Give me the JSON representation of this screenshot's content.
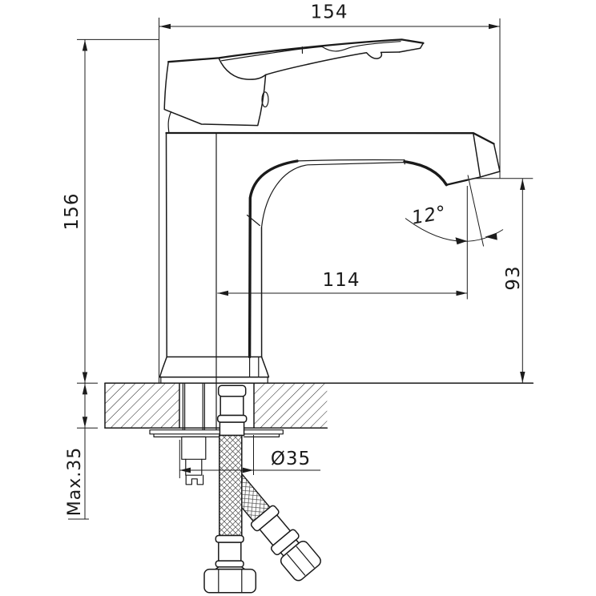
{
  "drawing": {
    "title": "Single-lever basin mixer faucet — installation dimension drawing",
    "style": {
      "background": "#ffffff",
      "line_color": "#1a1a1a",
      "dimension_line_color": "#1c1c1c"
    },
    "labels": {
      "overall_width": "154",
      "overall_height": "156",
      "spout_reach": "114",
      "spout_outlet_height": "93",
      "spout_angle": "12°",
      "max_deck_thickness": "Max.35",
      "mounting_hole_diameter": "Ø35"
    }
  }
}
